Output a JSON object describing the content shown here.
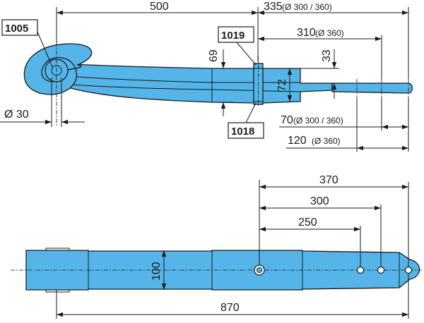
{
  "side_view": {
    "dims": {
      "d500": "500",
      "d335": "335",
      "d335_note": "(Ø 300 / 360)",
      "d310": "310",
      "d310_note": "(Ø 360)",
      "d69": "69",
      "d33": "33",
      "d72": "72",
      "d70": "70",
      "d70_note": "(Ø 300 / 360)",
      "d120": "120",
      "d120_note": "(Ø 360)",
      "eye_diameter": "Ø 30"
    },
    "part_numbers": {
      "eye_bushing": "1005",
      "bolt_top": "1019",
      "bolt_bottom": "1018"
    }
  },
  "top_view": {
    "dims": {
      "d370": "370",
      "d300": "300",
      "d250": "250",
      "d100": "100",
      "d870": "870"
    }
  },
  "colors": {
    "part_fill": "#55b4e8",
    "line": "#1a1a1a",
    "background": "#ffffff"
  }
}
